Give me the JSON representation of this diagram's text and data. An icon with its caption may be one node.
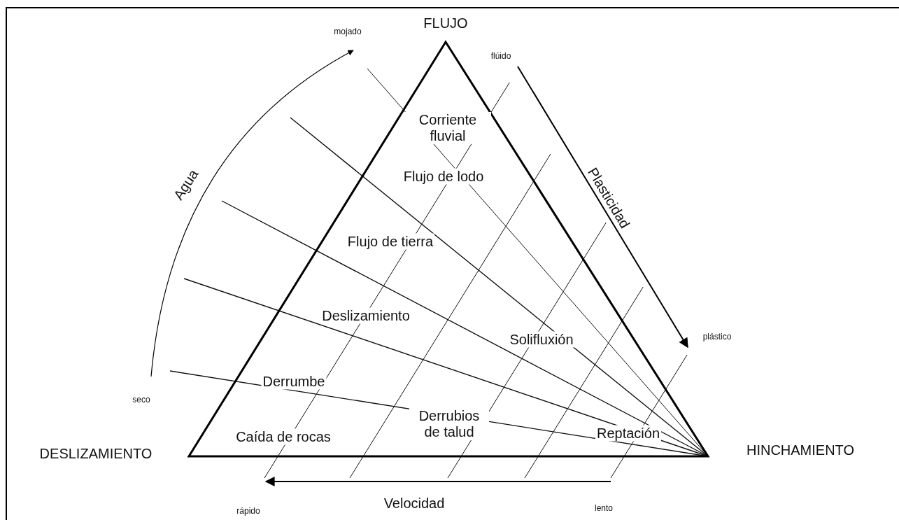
{
  "diagram": {
    "labels": [
      "FLUJO",
      "mojado",
      "flúido",
      "Corriente fluvial",
      "Agua",
      "Flujo de lodo",
      "Plasticidad",
      "Flujo de tierra",
      "Deslizamiento",
      "Solifluxión",
      "plástico",
      "Derrumbe",
      "seco",
      "Derrubios de talud",
      "Reptación",
      "Caída de rocas",
      "DESLIZAMIENTO",
      "HINCHAMIENTO",
      "rápido",
      "Velocidad",
      "lento"
    ]
  }
}
